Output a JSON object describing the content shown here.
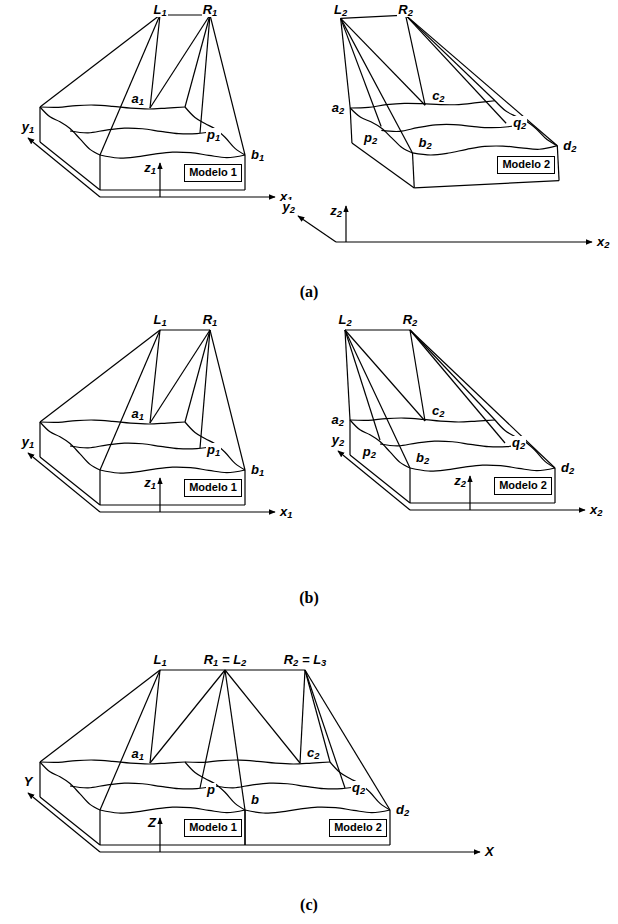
{
  "diagram": {
    "labels": [
      "L1",
      "R1",
      "a1",
      "p1",
      "b1",
      "y1",
      "z1",
      "x1",
      "Modelo 1",
      "L2",
      "R2",
      "a2",
      "c2",
      "p2",
      "b2",
      "q2",
      "d2",
      "y2",
      "z2",
      "x2",
      "Modelo 2",
      "(a)",
      "L1",
      "R1",
      "a1",
      "p1",
      "b1",
      "y1",
      "z1",
      "x1",
      "Modelo 1",
      "L2",
      "R2",
      "a2",
      "c2",
      "p2",
      "b2",
      "q2",
      "d2",
      "y2",
      "z2",
      "x2",
      "Modelo 2",
      "(b)",
      "L1",
      "R1 = L2",
      "R2 = L3",
      "a1",
      "c2",
      "q2",
      "p",
      "b",
      "d2",
      "Y",
      "Z",
      "X",
      "Modelo 1",
      "Modelo 2",
      "(c)"
    ]
  }
}
